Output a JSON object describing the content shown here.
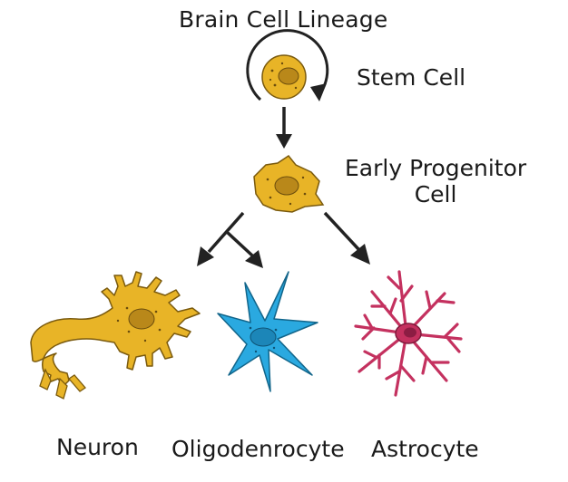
{
  "title": "Brain Cell Lineage",
  "stem_cell": {
    "label": "Stem Cell"
  },
  "progenitor": {
    "label_line1": "Early Progenitor",
    "label_line2": "Cell"
  },
  "neuron": {
    "label": "Neuron"
  },
  "oligodendrocyte": {
    "label": "Oligodenrocyte"
  },
  "astrocyte": {
    "label": "Astrocyte"
  },
  "colors": {
    "stem": "#e8b427",
    "neuron": "#e8b427",
    "oligodendrocyte": "#2aa9e0",
    "astrocyte": "#c4315f",
    "outline": "#2b2b2b"
  },
  "icons": [
    "self-renewal-arrow-icon",
    "stem-cell-icon",
    "progenitor-cell-icon",
    "neuron-icon",
    "oligodendrocyte-icon",
    "astrocyte-icon"
  ]
}
